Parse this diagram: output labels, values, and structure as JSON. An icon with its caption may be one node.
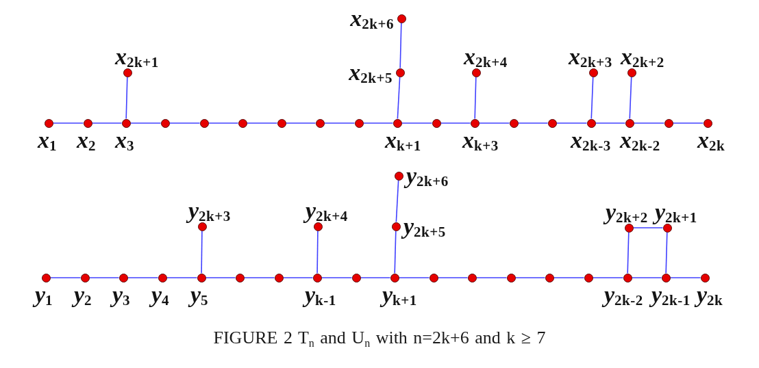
{
  "diagram": {
    "caption": "FIGURE 2 T$_{n}$ and U$_{n}$ with n=2k+6 and k ≥ 7",
    "nodes": [
      {
        "text": [],
        "shape": "circle",
        "beside": [
          "*x*$_{1}$"
        ]
      },
      {
        "text": [],
        "shape": "circle",
        "beside": [
          "*x*$_{2}$"
        ]
      },
      {
        "text": [],
        "shape": "circle",
        "beside": [
          "*x*$_{3}$"
        ]
      },
      {
        "text": [],
        "shape": "circle"
      },
      {
        "text": [],
        "shape": "circle"
      },
      {
        "text": [],
        "shape": "circle"
      },
      {
        "text": [],
        "shape": "circle"
      },
      {
        "text": [],
        "shape": "circle"
      },
      {
        "text": [],
        "shape": "circle"
      },
      {
        "text": [],
        "shape": "circle",
        "beside": [
          "*x*$_{k+1}$"
        ]
      },
      {
        "text": [],
        "shape": "circle"
      },
      {
        "text": [],
        "shape": "circle",
        "beside": [
          "*x*$_{k+3}$"
        ]
      },
      {
        "text": [],
        "shape": "circle"
      },
      {
        "text": [],
        "shape": "circle"
      },
      {
        "text": [],
        "shape": "circle",
        "beside": [
          "*x*$_{2k-3}$"
        ]
      },
      {
        "text": [],
        "shape": "circle",
        "beside": [
          "*x*$_{2k-2}$"
        ]
      },
      {
        "text": [],
        "shape": "circle"
      },
      {
        "text": [],
        "shape": "circle",
        "beside": [
          "*x*$_{2k}$"
        ]
      },
      {
        "text": [],
        "shape": "circle",
        "beside": [
          "*x*$_{2k+1}$"
        ]
      },
      {
        "text": [],
        "shape": "circle",
        "beside": [
          "*x*$_{2k+6}$"
        ]
      },
      {
        "text": [],
        "shape": "circle",
        "beside": [
          "*x*$_{2k+5}$"
        ]
      },
      {
        "text": [],
        "shape": "circle",
        "beside": [
          "*x*$_{2k+4}$"
        ]
      },
      {
        "text": [],
        "shape": "circle",
        "beside": [
          "*x*$_{2k+3}$"
        ]
      },
      {
        "text": [],
        "shape": "circle",
        "beside": [
          "*x*$_{2k+2}$"
        ]
      },
      {
        "text": [],
        "shape": "circle",
        "beside": [
          "*y*$_{1}$"
        ]
      },
      {
        "text": [],
        "shape": "circle",
        "beside": [
          "*y*$_{2}$"
        ]
      },
      {
        "text": [],
        "shape": "circle",
        "beside": [
          "*y*$_{3}$"
        ]
      },
      {
        "text": [],
        "shape": "circle",
        "beside": [
          "*y*$_{4}$"
        ]
      },
      {
        "text": [],
        "shape": "circle",
        "beside": [
          "*y*$_{5}$"
        ]
      },
      {
        "text": [],
        "shape": "circle"
      },
      {
        "text": [],
        "shape": "circle"
      },
      {
        "text": [],
        "shape": "circle",
        "beside": [
          "*y*$_{k-1}$"
        ]
      },
      {
        "text": [],
        "shape": "circle"
      },
      {
        "text": [],
        "shape": "circle",
        "beside": [
          "*y*$_{k+1}$"
        ]
      },
      {
        "text": [],
        "shape": "circle"
      },
      {
        "text": [],
        "shape": "circle"
      },
      {
        "text": [],
        "shape": "circle"
      },
      {
        "text": [],
        "shape": "circle"
      },
      {
        "text": [],
        "shape": "circle"
      },
      {
        "text": [],
        "shape": "circle",
        "beside": [
          "*y*$_{2k-2}$"
        ]
      },
      {
        "text": [],
        "shape": "circle",
        "beside": [
          "*y*$_{2k-1}$"
        ]
      },
      {
        "text": [],
        "shape": "circle",
        "beside": [
          "*y*$_{2k}$"
        ]
      },
      {
        "text": [],
        "shape": "circle",
        "beside": [
          "*y*$_{2k+3}$"
        ]
      },
      {
        "text": [],
        "shape": "circle",
        "beside": [
          "*y*$_{2k+4}$"
        ]
      },
      {
        "text": [],
        "shape": "circle",
        "beside": [
          "*y*$_{2k+6}$"
        ]
      },
      {
        "text": [],
        "shape": "circle",
        "beside": [
          "*y*$_{2k+5}$"
        ]
      },
      {
        "text": [],
        "shape": "circle",
        "beside": [
          "*y*$_{2k+2}$"
        ]
      },
      {
        "text": [],
        "shape": "circle",
        "beside": [
          "*y*$_{2k+1}$"
        ]
      }
    ],
    "edges": [
      {
        "from": 0,
        "to": 1,
        "arrow": "none"
      },
      {
        "from": 1,
        "to": 2,
        "arrow": "none"
      },
      {
        "from": 2,
        "to": 3,
        "arrow": "none"
      },
      {
        "from": 3,
        "to": 4,
        "arrow": "none"
      },
      {
        "from": 4,
        "to": 5,
        "arrow": "none"
      },
      {
        "from": 5,
        "to": 6,
        "arrow": "none"
      },
      {
        "from": 6,
        "to": 7,
        "arrow": "none"
      },
      {
        "from": 7,
        "to": 8,
        "arrow": "none"
      },
      {
        "from": 8,
        "to": 9,
        "arrow": "none"
      },
      {
        "from": 9,
        "to": 10,
        "arrow": "none"
      },
      {
        "from": 10,
        "to": 11,
        "arrow": "none"
      },
      {
        "from": 11,
        "to": 12,
        "arrow": "none"
      },
      {
        "from": 12,
        "to": 13,
        "arrow": "none"
      },
      {
        "from": 13,
        "to": 14,
        "arrow": "none"
      },
      {
        "from": 14,
        "to": 15,
        "arrow": "none"
      },
      {
        "from": 15,
        "to": 16,
        "arrow": "none"
      },
      {
        "from": 16,
        "to": 17,
        "arrow": "none"
      },
      {
        "from": 2,
        "to": 18,
        "arrow": "none"
      },
      {
        "from": 9,
        "to": 20,
        "arrow": "none"
      },
      {
        "from": 20,
        "to": 19,
        "arrow": "none"
      },
      {
        "from": 11,
        "to": 21,
        "arrow": "none"
      },
      {
        "from": 14,
        "to": 22,
        "arrow": "none"
      },
      {
        "from": 15,
        "to": 23,
        "arrow": "none"
      },
      {
        "from": 24,
        "to": 25,
        "arrow": "none"
      },
      {
        "from": 25,
        "to": 26,
        "arrow": "none"
      },
      {
        "from": 26,
        "to": 27,
        "arrow": "none"
      },
      {
        "from": 27,
        "to": 28,
        "arrow": "none"
      },
      {
        "from": 28,
        "to": 29,
        "arrow": "none"
      },
      {
        "from": 29,
        "to": 30,
        "arrow": "none"
      },
      {
        "from": 30,
        "to": 31,
        "arrow": "none"
      },
      {
        "from": 31,
        "to": 32,
        "arrow": "none"
      },
      {
        "from": 32,
        "to": 33,
        "arrow": "none"
      },
      {
        "from": 33,
        "to": 34,
        "arrow": "none"
      },
      {
        "from": 34,
        "to": 35,
        "arrow": "none"
      },
      {
        "from": 35,
        "to": 36,
        "arrow": "none"
      },
      {
        "from": 36,
        "to": 37,
        "arrow": "none"
      },
      {
        "from": 37,
        "to": 38,
        "arrow": "none"
      },
      {
        "from": 38,
        "to": 39,
        "arrow": "none"
      },
      {
        "from": 39,
        "to": 40,
        "arrow": "none"
      },
      {
        "from": 40,
        "to": 41,
        "arrow": "none"
      },
      {
        "from": 28,
        "to": 42,
        "arrow": "none"
      },
      {
        "from": 31,
        "to": 43,
        "arrow": "none"
      },
      {
        "from": 33,
        "to": 45,
        "arrow": "none"
      },
      {
        "from": 45,
        "to": 44,
        "arrow": "none"
      },
      {
        "from": 39,
        "to": 46,
        "arrow": "none"
      },
      {
        "from": 46,
        "to": 47,
        "arrow": "none"
      },
      {
        "from": 47,
        "to": 40,
        "arrow": "none"
      }
    ]
  }
}
